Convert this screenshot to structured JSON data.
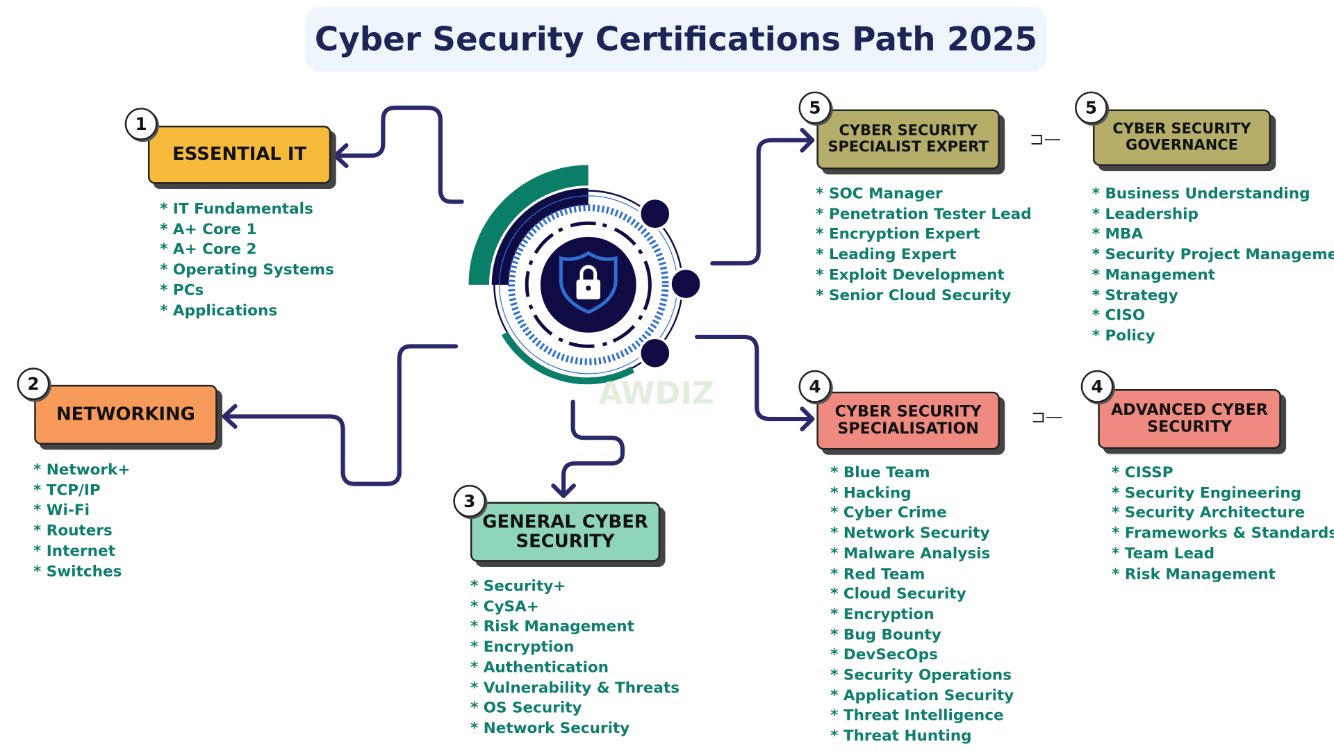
{
  "title": "Cyber Security Certifications Path 2025",
  "colors": {
    "navy": "#1d2456",
    "teal": "#0e7d6b",
    "yellow": "#f6bb3b",
    "orange": "#f79a5a",
    "mint": "#8fd6b8",
    "salmon": "#ef8a80",
    "olive": "#b5ae6a"
  },
  "center_icon": "shield-lock-icon",
  "watermark": "AWDIZ",
  "stages": [
    {
      "step": "1",
      "title": "ESSENTIAL IT",
      "items": [
        "IT Fundamentals",
        "A+ Core 1",
        "A+ Core 2",
        "Operating Systems",
        "PCs",
        "Applications"
      ]
    },
    {
      "step": "2",
      "title": "NETWORKING",
      "items": [
        "Network+",
        "TCP/IP",
        "Wi-Fi",
        "Routers",
        "Internet",
        "Switches"
      ]
    },
    {
      "step": "3",
      "title": "GENERAL CYBER SECURITY",
      "items": [
        "Security+",
        "CySA+",
        "Risk Management",
        "Encryption",
        "Authentication",
        "Vulnerability & Threats",
        "OS Security",
        "Network Security"
      ]
    },
    {
      "step": "4",
      "title": "CYBER SECURITY SPECIALISATION",
      "items": [
        "Blue Team",
        "Hacking",
        "Cyber Crime",
        "Network Security",
        "Malware Analysis",
        "Red Team",
        "Cloud Security",
        "Encryption",
        "Bug Bounty",
        "DevSecOps",
        "Security Operations",
        "Application Security",
        "Threat Intelligence",
        "Threat Hunting"
      ]
    },
    {
      "step": "4",
      "title": "ADVANCED CYBER SECURITY",
      "items": [
        "CISSP",
        "Security Engineering",
        "Security Architecture",
        "Frameworks & Standards",
        "Team Lead",
        "Risk Management"
      ]
    },
    {
      "step": "5",
      "title": "CYBER SECURITY SPECIALIST EXPERT",
      "items": [
        "SOC Manager",
        "Penetration Tester Lead",
        "Encryption Expert",
        "Leading Expert",
        "Exploit Development",
        "Senior Cloud Security"
      ]
    },
    {
      "step": "5",
      "title": "CYBER SECURITY GOVERNANCE",
      "items": [
        "Business Understanding",
        "Leadership",
        "MBA",
        "Security Project Management",
        "Management",
        "Strategy",
        "CISO",
        "Policy"
      ]
    }
  ],
  "bullet": "* "
}
